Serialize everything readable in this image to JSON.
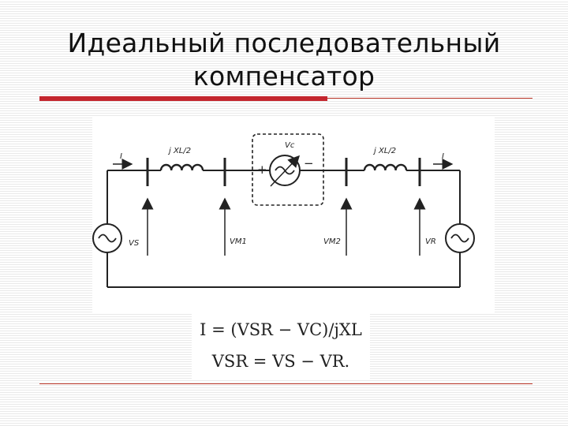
{
  "slide": {
    "title_line1": "Идеальный последовательный",
    "title_line2": "компенсатор"
  },
  "colors": {
    "accent": "#c4262e",
    "line": "#222222"
  },
  "diagram": {
    "label_i_left": "I",
    "label_i_right": "I",
    "label_xl_left": "j XL/2",
    "label_xl_right": "j XL/2",
    "label_vc": "Vc",
    "label_plus": "+",
    "label_minus": "−",
    "label_vs": "VS",
    "label_vm1": "VM1",
    "label_vm2": "VM2",
    "label_vr": "VR"
  },
  "formula": {
    "line1": "I = (VSR − VC)/jXL",
    "line2": "VSR = VS − VR."
  }
}
